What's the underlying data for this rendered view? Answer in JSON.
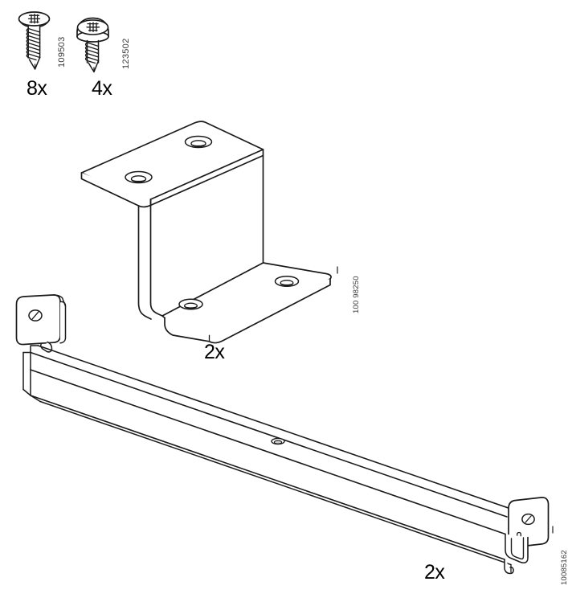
{
  "document": {
    "type": "furniture-assembly-parts-list",
    "background_color": "#ffffff",
    "line_color": "#1a1a1a"
  },
  "parts": [
    {
      "id": "screw-countersunk",
      "icon": "countersunk-wood-screw-icon",
      "part_number": "109503",
      "quantity_label": "8x",
      "quantity": 8,
      "head_type": "countersunk",
      "drive": "pozidriv"
    },
    {
      "id": "screw-panhead",
      "icon": "pan-head-wood-screw-icon",
      "part_number": "123502",
      "quantity_label": "4x",
      "quantity": 4,
      "head_type": "pan",
      "drive": "pozidriv"
    },
    {
      "id": "z-bracket",
      "icon": "z-bracket-icon",
      "part_number": "100 98250",
      "quantity_label": "2x",
      "quantity": 2,
      "hole_count": 4
    },
    {
      "id": "support-rail",
      "icon": "support-rail-icon",
      "part_number": "10085162",
      "quantity_label": "2x",
      "quantity": 2,
      "hole_count": 3
    }
  ]
}
